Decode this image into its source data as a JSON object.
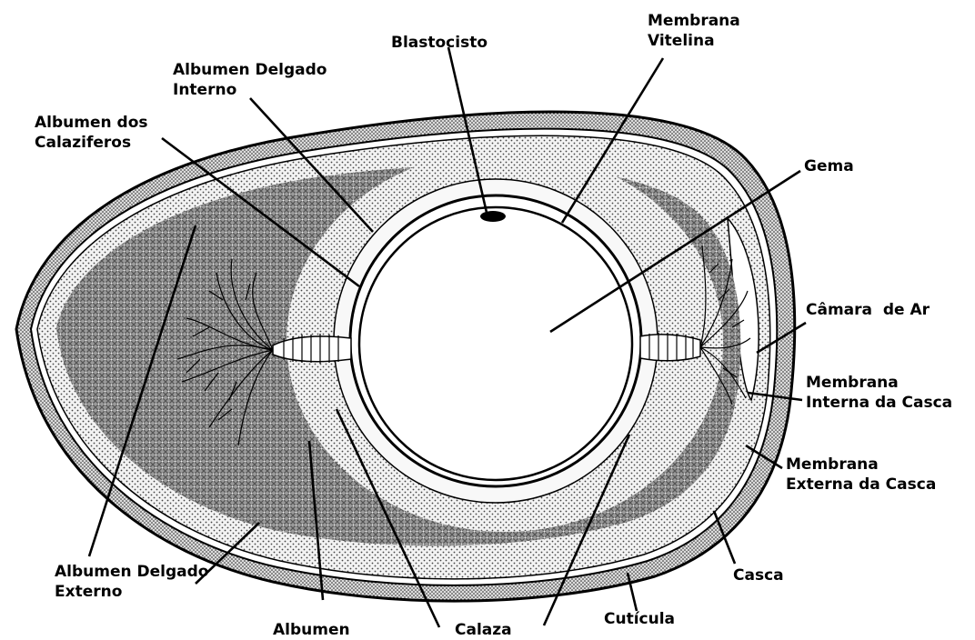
{
  "labels": {
    "blastocisto": "Blastocisto",
    "membrana_vitelina": "Membrana\nVitelina",
    "albumen_delgado_interno": "Albumen Delgado\nInterno",
    "albumen_calaziferos": "Albumen dos\nCalaziferos",
    "gema": "Gema",
    "camara_de_ar": "Câmara  de Ar",
    "membrana_interna_casca": "Membrana\nInterna da Casca",
    "membrana_externa_casca": "Membrana\nExterna da Casca",
    "casca": "Casca",
    "cuticula": "Cutícula",
    "calaza": "Calaza",
    "albumen": "Albumen",
    "albumen_delgado_externo": "Albumen Delgado\nExterno"
  }
}
